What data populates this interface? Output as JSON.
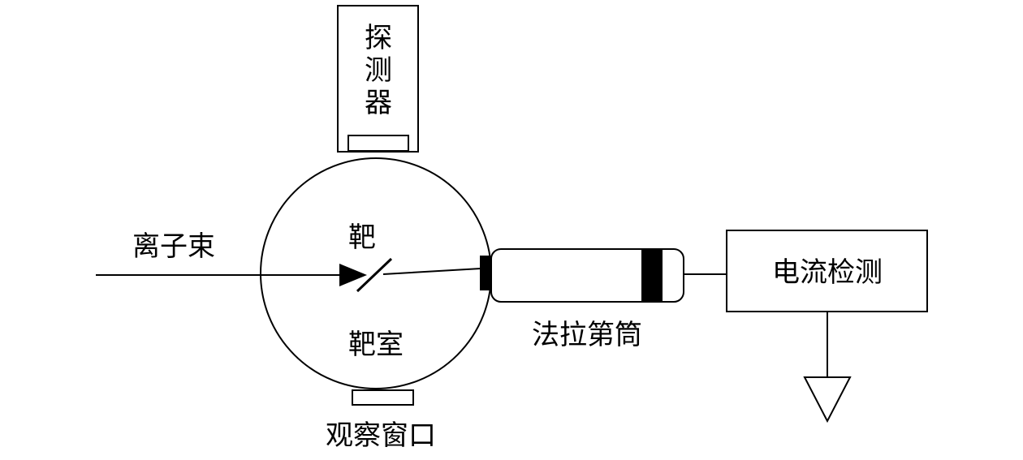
{
  "labels": {
    "detector": [
      "探",
      "测",
      "器"
    ],
    "ion_beam": "离子束",
    "target": "靶",
    "target_chamber": "靶室",
    "observation_window": "观察窗口",
    "faraday_cup": "法拉第筒",
    "current_detection": "电流检测"
  }
}
